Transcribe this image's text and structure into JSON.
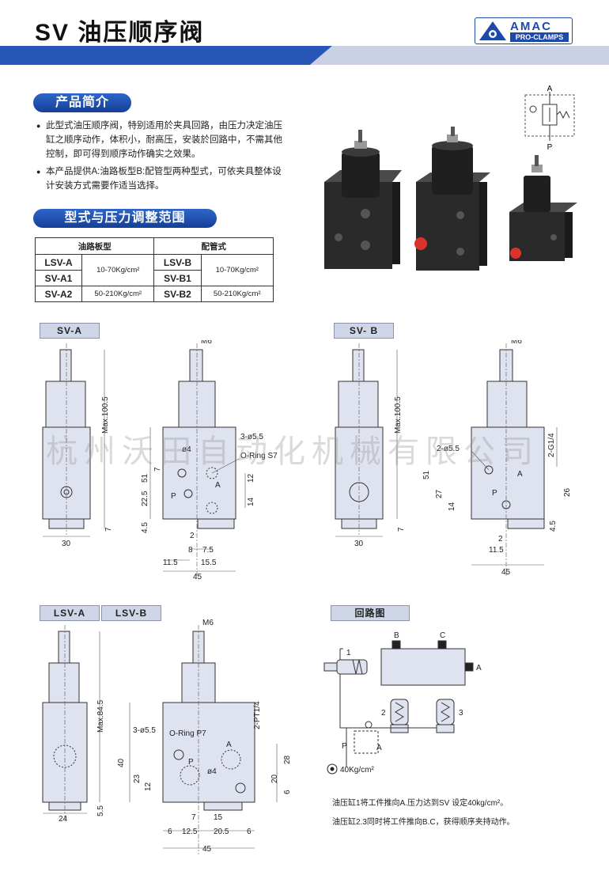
{
  "header": {
    "title": "SV 油压顺序阀",
    "logo_brand": "AMAC",
    "logo_sub": "PRO-CLAMPS"
  },
  "intro": {
    "heading": "产品简介",
    "bullets": [
      "此型式油压顺序阀，特别适用於夹具回路，由压力决定油压缸之顺序动作，体积小，耐高压，安装於回路中，不需其他控制，即可得到顺序动作确实之效果。",
      "本产品提供A:油路板型B:配管型两种型式，可依夹具整体设计安装方式需要作适当选择。"
    ]
  },
  "range": {
    "heading": "型式与压力调整范围",
    "col1": "油路板型",
    "col2": "配管式",
    "rows": [
      {
        "m1": "LSV-A",
        "m2": "LSV-B"
      },
      {
        "m1": "SV-A1",
        "m2": "SV-B1"
      },
      {
        "m1": "SV-A2",
        "m2": "SV-B2"
      }
    ],
    "r12": "10-70Kg/cm²",
    "r3": "50-210Kg/cm²"
  },
  "symbol": {
    "a": "A",
    "p": "P"
  },
  "labels": {
    "sva": "SV-A",
    "svb": "SV- B",
    "lsva": "LSV-A",
    "lsvb": "LSV-B",
    "circuit": "回路图"
  },
  "dims_a": {
    "max": "Max.100.5",
    "w": "30",
    "b7": "7",
    "m6": "M6",
    "d51": "51",
    "d225": "22.5",
    "d45": "4.5",
    "d7": "7",
    "d12": "12",
    "d14": "14",
    "phi4": "ø4",
    "holes": "3-ø5.5",
    "oring": "O-Ring S7",
    "a": "A",
    "p": "P",
    "d2": "2",
    "d8": "8",
    "d75": "7.5",
    "d115": "11.5",
    "d155": "15.5",
    "w45": "45"
  },
  "dims_b": {
    "max": "Max.100.5",
    "w": "30",
    "b7": "7",
    "m6": "M6",
    "holes": "2-ø5.5",
    "g": "2-G1/4",
    "a": "A",
    "p": "P",
    "d51": "51",
    "d27": "27",
    "d14": "14",
    "d26": "26",
    "d45": "4.5",
    "d2": "2",
    "d115": "11.5",
    "w45": "45"
  },
  "dims_l": {
    "max": "Max.84.5",
    "w": "24",
    "b55": "5.5",
    "m6": "M6",
    "holes": "3-ø5.5",
    "oring": "O-Ring P7",
    "pt": "2-PT1/4",
    "a": "A",
    "p": "P",
    "phi4": "ø4",
    "d40": "40",
    "d23": "23",
    "d12": "12",
    "d28": "28",
    "d20": "20",
    "d6": "6",
    "b7": "7",
    "b15": "15",
    "b6a": "6",
    "b125": "12.5",
    "b205": "20.5",
    "b6b": "6",
    "w45": "45"
  },
  "circuit": {
    "b": "B",
    "c": "C",
    "a": "A",
    "n1": "1",
    "n2": "2",
    "n3": "3",
    "p": "P",
    "a2": "A",
    "pressure": "40Kg/cm²",
    "note1": "油压缸1将工件推向A.压力达到SV 设定40kg/cm²。",
    "note2": "油压缸2.3同时将工件推向B.C，获得顺序夹持动作。"
  },
  "watermark": "杭州沃田自动化机械有限公司",
  "colors": {
    "accent": "#1d4aa8",
    "band": "#2856b8",
    "body": "#dfe3ef",
    "port": "#d9342b"
  }
}
